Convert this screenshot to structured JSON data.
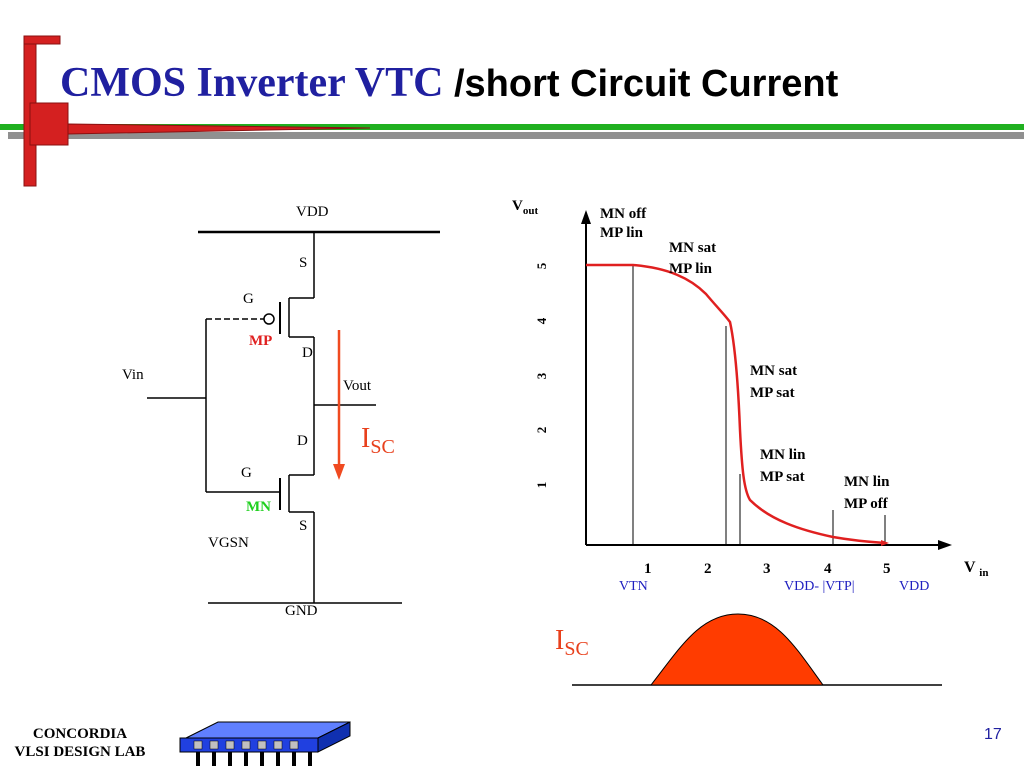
{
  "title": {
    "part1": "CMOS Inverter VTC",
    "part2": " /short Circuit Current"
  },
  "circuit": {
    "vdd": "VDD",
    "gnd": "GND",
    "vin": "Vin",
    "vout": "Vout",
    "pmos": {
      "label": "MP",
      "source": "S",
      "gate": "G",
      "drain": "D"
    },
    "nmos": {
      "label": "MN",
      "source": "S",
      "gate": "G",
      "drain": "D"
    },
    "vgsn": "VGSN",
    "current": {
      "main": "I",
      "sub": "SC"
    }
  },
  "vtc": {
    "y_axis_label": "V",
    "y_axis_sub": "out",
    "x_axis_label": "V",
    "x_axis_sub": "in",
    "y_ticks": [
      "1",
      "2",
      "3",
      "4",
      "5"
    ],
    "x_ticks": [
      "1",
      "2",
      "3",
      "4",
      "5"
    ],
    "x_annotations": [
      "VTN",
      "VDD- |VTP|",
      "VDD"
    ],
    "regions": [
      {
        "line1": "MN off",
        "line2": "MP lin"
      },
      {
        "line1": "MN sat",
        "line2": "MP lin"
      },
      {
        "line1": "MN sat",
        "line2": "MP sat"
      },
      {
        "line1": "MN lin",
        "line2": "MP sat"
      },
      {
        "line1": "MN lin",
        "line2": "MP off"
      }
    ]
  },
  "isc_plot": {
    "main": "I",
    "sub": "SC"
  },
  "footer": {
    "line1": "CONCORDIA",
    "line2": "VLSI DESIGN LAB"
  },
  "page_number": "17",
  "colors": {
    "title_blue": "#2020a0",
    "accent_red": "#d42020",
    "bar_green": "#20b020",
    "bar_gray": "#909090",
    "curve_red": "#e02020",
    "current_orange": "#ff3c00",
    "mn_green": "#20d020",
    "chip_blue": "#2040e0"
  }
}
